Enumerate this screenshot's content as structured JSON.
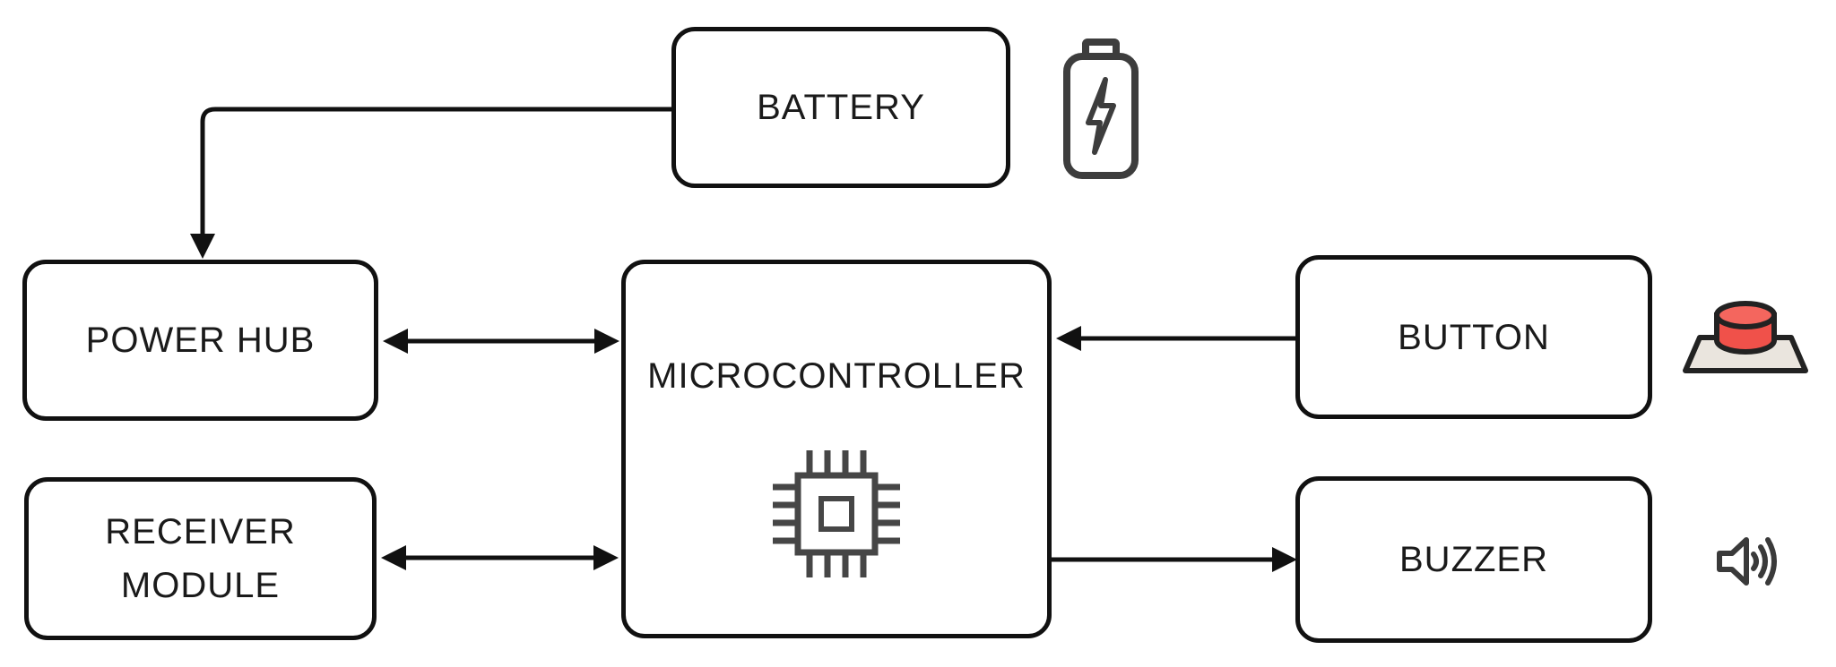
{
  "diagram": {
    "type": "block-diagram",
    "nodes": {
      "battery": {
        "label": "BATTERY"
      },
      "power_hub": {
        "label": "POWER HUB"
      },
      "microcontroller": {
        "label": "MICROCONTROLLER"
      },
      "receiver_module": {
        "label": "RECEIVER MODULE"
      },
      "button": {
        "label": "BUTTON"
      },
      "buzzer": {
        "label": "BUZZER"
      }
    },
    "edges": [
      {
        "from": "BATTERY",
        "to": "POWER HUB",
        "arrow": "one-way"
      },
      {
        "from": "POWER HUB",
        "to": "MICROCONTROLLER",
        "arrow": "two-way"
      },
      {
        "from": "BUTTON",
        "to": "MICROCONTROLLER",
        "arrow": "one-way"
      },
      {
        "from": "RECEIVER MODULE",
        "to": "MICROCONTROLLER",
        "arrow": "two-way"
      },
      {
        "from": "MICROCONTROLLER",
        "to": "BUZZER",
        "arrow": "one-way"
      }
    ],
    "icons": [
      {
        "name": "battery-icon",
        "depicts": "battery with lightning bolt",
        "attached_to": "BATTERY"
      },
      {
        "name": "chip-icon",
        "depicts": "microchip with pins",
        "attached_to": "MICROCONTROLLER"
      },
      {
        "name": "push-button-icon",
        "depicts": "red push button on pad",
        "attached_to": "BUTTON"
      },
      {
        "name": "speaker-icon",
        "depicts": "speaker with sound waves",
        "attached_to": "BUZZER"
      }
    ],
    "colors": {
      "background": "#ffffff",
      "line": "#111111",
      "box_border": "#111111",
      "text": "#1a1a1a",
      "icon_gray": "#3d3d3d",
      "button_red": "#f0514a",
      "button_red_top": "#f4665e",
      "button_base": "#eae5de",
      "icon_outline": "#222222"
    }
  }
}
